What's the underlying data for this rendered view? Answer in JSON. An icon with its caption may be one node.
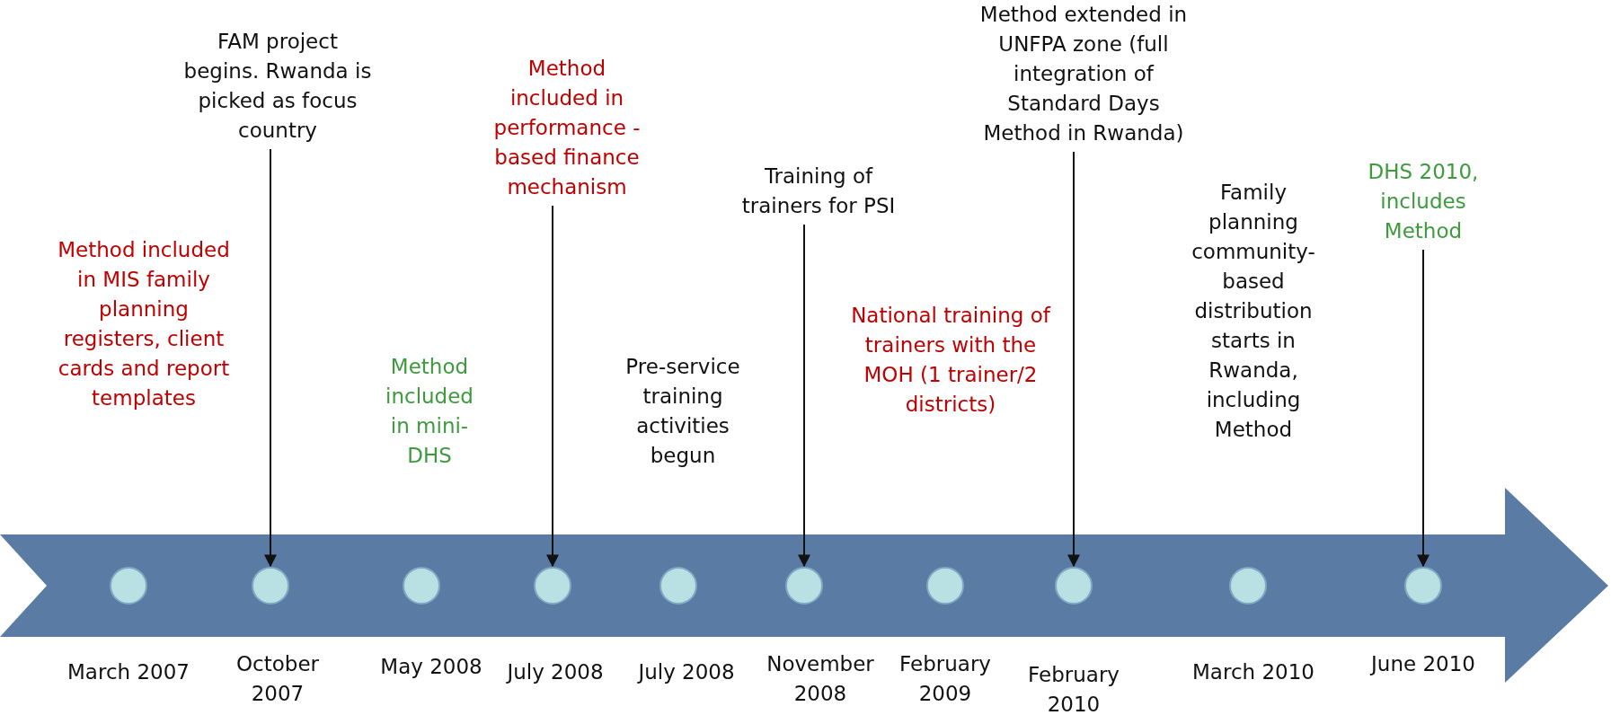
{
  "diagram": {
    "nodes": [
      {
        "text": [],
        "shape": "arrow"
      },
      {
        "text": [],
        "shape": "circle",
        "in": 0
      },
      {
        "text": [],
        "shape": "circle",
        "in": 0
      },
      {
        "text": [],
        "shape": "circle",
        "in": 0
      },
      {
        "text": [],
        "shape": "circle",
        "in": 0
      },
      {
        "text": [],
        "shape": "circle",
        "in": 0
      },
      {
        "text": [],
        "shape": "circle",
        "in": 0
      },
      {
        "text": [],
        "shape": "circle",
        "in": 0
      },
      {
        "text": [],
        "shape": "circle",
        "in": 0
      },
      {
        "text": [],
        "shape": "circle",
        "in": 0
      },
      {
        "text": [],
        "shape": "circle",
        "in": 0
      },
      {
        "text": [
          "FAM project begins. Rwanda is picked as focus country"
        ]
      },
      {
        "text": [
          "Method included in performance -based finance mechanism"
        ]
      },
      {
        "text": [
          "Training of trainers for PSI"
        ]
      },
      {
        "text": [
          "Method extended in UNFPA zone (full integration of Standard Days Method in Rwanda)"
        ]
      },
      {
        "text": [
          "DHS 2010, includes Method"
        ]
      }
    ],
    "edges": [
      {
        "from": 11,
        "to": 2,
        "arrow": "to"
      },
      {
        "from": 12,
        "to": 4,
        "arrow": "to"
      },
      {
        "from": 13,
        "to": 6,
        "arrow": "to"
      },
      {
        "from": 14,
        "to": 8,
        "arrow": "to"
      },
      {
        "from": 15,
        "to": 10,
        "arrow": "to"
      }
    ],
    "labels": [
      "Method included in MIS family planning registers, client cards and report templates",
      "Method included in mini- DHS",
      "Pre-service training activities begun",
      "National training of trainers with the MOH (1 trainer/2 districts)",
      "Family planning community- based distribution starts in Rwanda, including Method",
      "March 2007",
      "October 2007",
      "May 2008",
      "July 2008",
      "July 2008",
      "November 2008",
      "February 2009",
      "February 2010",
      "March 2010",
      "June 2010"
    ]
  }
}
